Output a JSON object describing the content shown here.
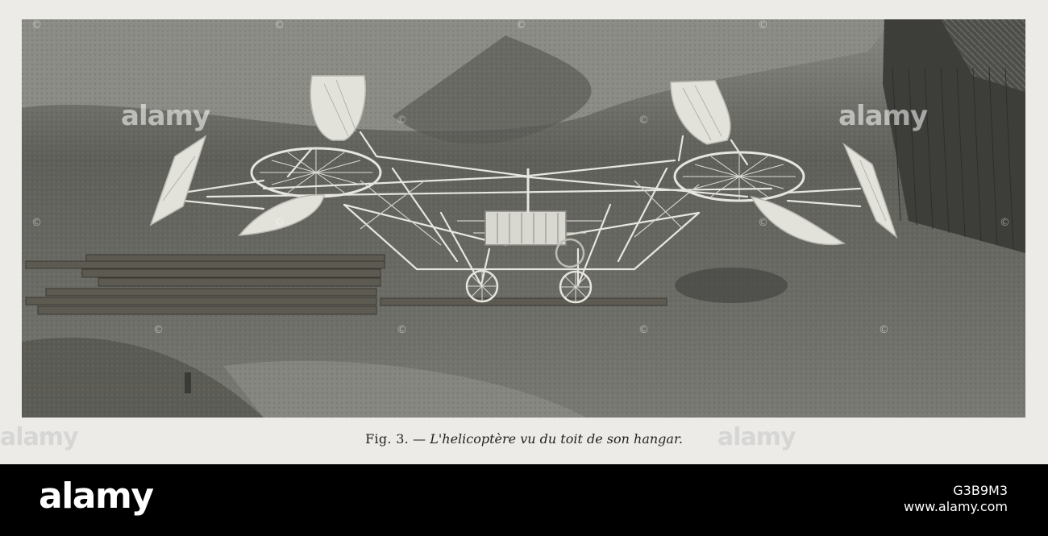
{
  "photo": {
    "description_icon": "helicopter-prototype-photo",
    "watermarks": [
      "alamy",
      "alamy",
      "alamy",
      "alamy"
    ]
  },
  "caption": {
    "fig_label": "Fig. 3.",
    "dash": "—",
    "text": "L'helicoptère vu du toit de son hangar."
  },
  "footer": {
    "logo": "alamy",
    "image_id": "G3B9M3",
    "url": "www.alamy.com"
  },
  "colors": {
    "page_bg": "#ecebe8",
    "footer_bg": "#000000",
    "photo_tone": "#6f6f6a"
  }
}
